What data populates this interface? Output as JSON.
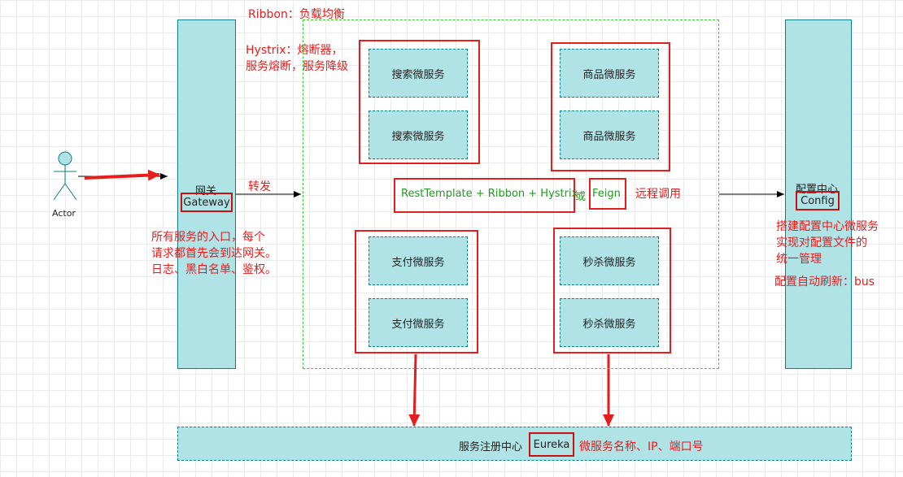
{
  "actor": {
    "label": "Actor"
  },
  "gateway": {
    "title": "网关",
    "tag": "Gateway",
    "note_lines": [
      "所有服务的入口，每个",
      "请求都首先会到达网关。",
      "日志、黑白名单、鉴权。"
    ]
  },
  "forward_label": "转发",
  "ribbon_note": "Ribbon：负载均衡",
  "hystrix_note_lines": [
    "Hystrix：熔断器，",
    "服务熔断，服务降级"
  ],
  "services": {
    "search": [
      "搜索微服务",
      "搜索微服务"
    ],
    "product": [
      "商品微服务",
      "商品微服务"
    ],
    "payment": [
      "支付微服务",
      "支付微服务"
    ],
    "seckill": [
      "秒杀微服务",
      "秒杀微服务"
    ]
  },
  "remote": {
    "stack": "RestTemplate + Ribbon + Hystrix",
    "or": "或",
    "feign": "Feign",
    "label": "远程调用"
  },
  "config": {
    "title": "配置中心",
    "tag": "Config",
    "note_lines": [
      "搭建配置中心微服务",
      "实现对配置文件的",
      "统一管理"
    ],
    "refresh_note": "配置自动刷新：bus"
  },
  "registry": {
    "title": "服务注册中心",
    "tag": "Eureka",
    "note": "微服务名称、IP、端口号"
  },
  "colors": {
    "teal_fill": "#b0e3e6",
    "teal_stroke": "#0e8088",
    "red": "#e41d1d",
    "green_dash": "#33cc33",
    "green_text": "#1e9e1e"
  }
}
